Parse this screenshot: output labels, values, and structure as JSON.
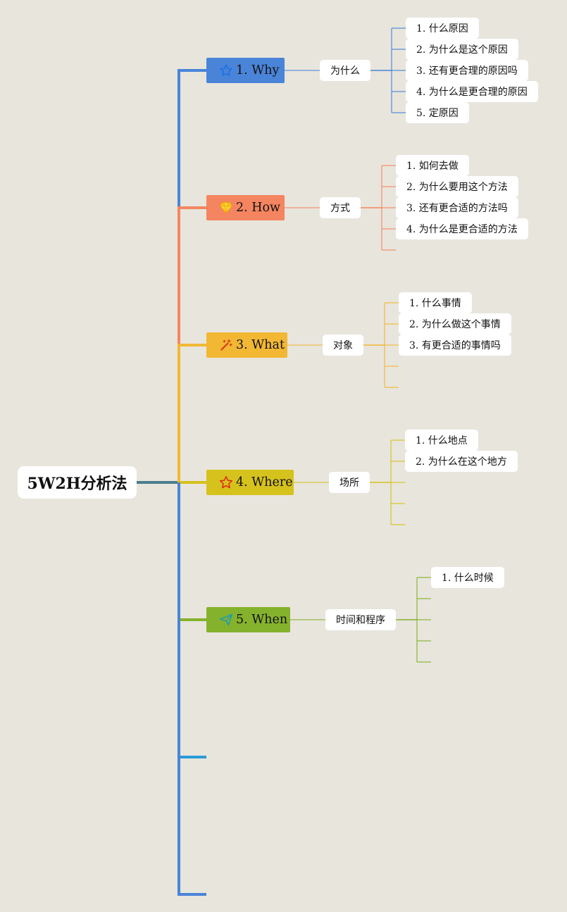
{
  "root": {
    "label": "5W2H分析法"
  },
  "branches": [
    {
      "label": "1. Why",
      "icon": "star-outline-icon",
      "color": "#4a84d8",
      "sub": "为什么",
      "leaves": [
        "1. 什么原因",
        "2. 为什么是这个原因",
        "3. 还有更合理的原因吗",
        "4. 为什么是更合理的原因",
        "5. 定原因"
      ]
    },
    {
      "label": "2. How",
      "icon": "diamond-icon",
      "color": "#f58560",
      "sub": "方式",
      "leaves": [
        "1. 如何去做",
        "2. 为什么要用这个方法",
        "3. 还有更合适的方法吗",
        "4. 为什么是更合适的方法",
        ""
      ]
    },
    {
      "label": "3. What",
      "icon": "magic-wand-icon",
      "color": "#f2b733",
      "sub": "对象",
      "leaves": [
        "1. 什么事情",
        "2. 为什么做这个事情",
        "3. 有更合适的事情吗",
        "",
        ""
      ]
    },
    {
      "label": "4. Where",
      "icon": "star-icon",
      "color": "#d6c21c",
      "sub": "场所",
      "leaves": [
        "1. 什么地点",
        "2. 为什么在这个地方",
        "",
        "",
        ""
      ]
    },
    {
      "label": "5. When",
      "icon": "paper-plane-icon",
      "color": "#85b22c",
      "sub": "时间和程序",
      "leaves": [
        "1. 什么时候",
        "",
        "",
        "",
        ""
      ]
    }
  ],
  "colors": {
    "background": "#e8e5dd",
    "empty_branch_1": "#2a9bd8",
    "empty_branch_2": "#4a84d8",
    "root_connector": "#4a7d8c"
  }
}
